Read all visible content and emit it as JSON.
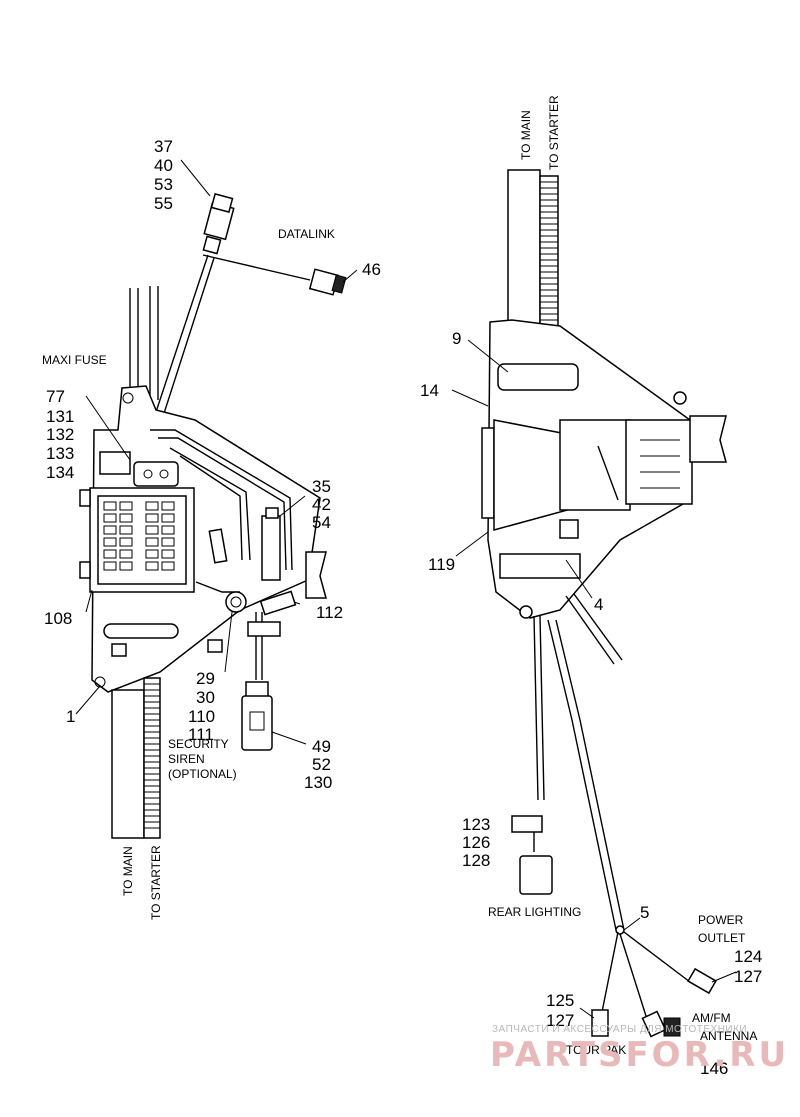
{
  "left_assembly": {
    "to_main_top": "",
    "labels": {
      "p37": "37",
      "p40": "40",
      "p53": "53",
      "p55": "55",
      "datalink": "DATALINK",
      "p46": "46",
      "maxi_fuse": "MAXI FUSE",
      "p77": "77",
      "p131": "131",
      "p132": "132",
      "p133": "133",
      "p134": "134",
      "p35": "35",
      "p42": "42",
      "p54": "54",
      "p108": "108",
      "p112": "112",
      "p29": "29",
      "p30": "30",
      "p110": "110",
      "p111": "111",
      "p1": "1",
      "security_siren_1": "SECURITY",
      "security_siren_2": "SIREN",
      "security_siren_3": "(OPTIONAL)",
      "p49": "49",
      "p52": "52",
      "p130": "130",
      "to_main": "TO MAIN",
      "to_starter": "TO STARTER"
    }
  },
  "right_assembly": {
    "labels": {
      "to_main": "TO MAIN",
      "to_starter": "TO STARTER",
      "p9": "9",
      "p14": "14",
      "p119": "119",
      "p4": "4",
      "p123": "123",
      "p126": "126",
      "p128": "128",
      "rear_lighting": "REAR LIGHTING",
      "p5": "5",
      "power_outlet_1": "POWER",
      "power_outlet_2": "OUTLET",
      "p124": "124",
      "p127a": "127",
      "p125": "125",
      "p127b": "127",
      "amfm_1": "AM/FM",
      "amfm_2": "ANTENNA",
      "tour_pak": "TOUR PAK",
      "p146": "146"
    }
  },
  "watermark": {
    "line1": "ЗАПЧАСТИ И АКСЕССУАРЫ ДЛЯ МОТОТЕХНИКИ",
    "line2": "PARTSFOR.RU"
  }
}
